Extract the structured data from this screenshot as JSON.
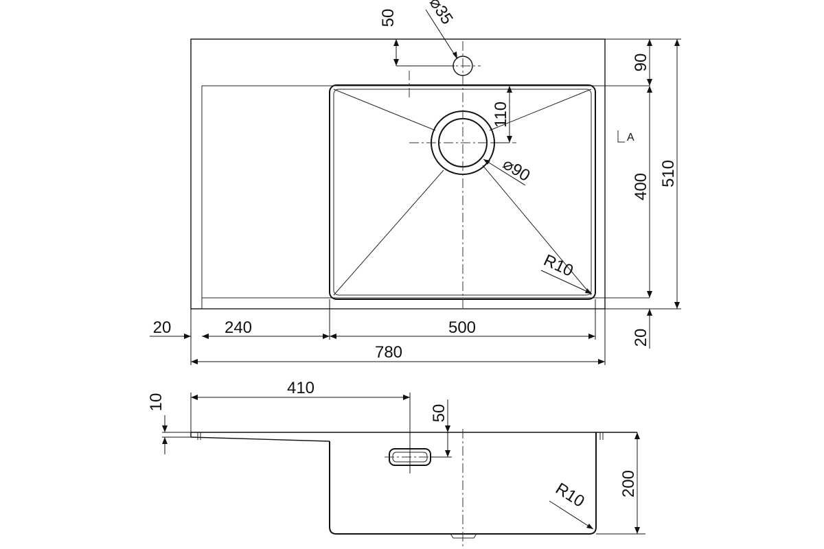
{
  "top_view": {
    "dims": {
      "tap_offset": "50",
      "tap_hole": "⌀35",
      "back_margin": "90",
      "overall_depth": "510",
      "bowl_depth": "400",
      "drain_offset": "110",
      "drain_diameter": "⌀90",
      "corner_radius": "R10",
      "section_mark": "A",
      "left_rim": "20",
      "drainboard_width": "240",
      "bowl_width": "500",
      "overall_width": "780",
      "front_rim": "20"
    }
  },
  "side_view": {
    "dims": {
      "overflow_offset": "410",
      "overflow_height": "50",
      "rim_thickness": "10",
      "bowl_height": "200",
      "corner_radius": "R10"
    }
  }
}
